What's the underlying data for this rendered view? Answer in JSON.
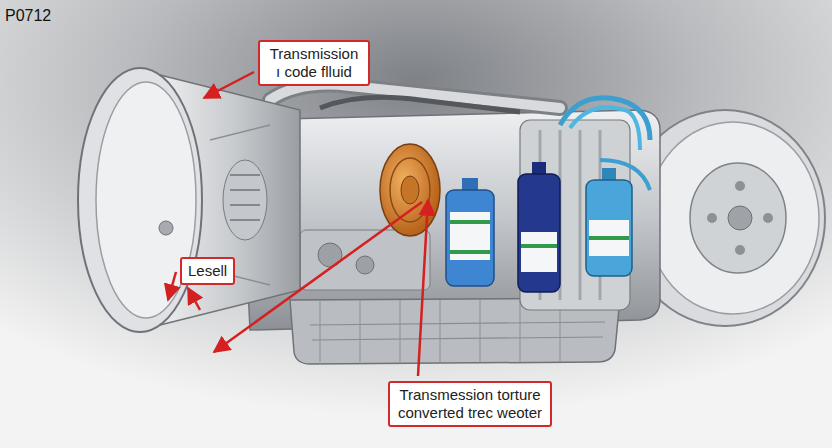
{
  "diagram": {
    "title": "P0712",
    "nodes": [
      {
        "text": [
          "Transmission ı code flluid"
        ]
      },
      {
        "text": [
          "Lesell"
        ]
      },
      {
        "text": [
          "Transmession torture converted trec weoter"
        ]
      }
    ]
  }
}
